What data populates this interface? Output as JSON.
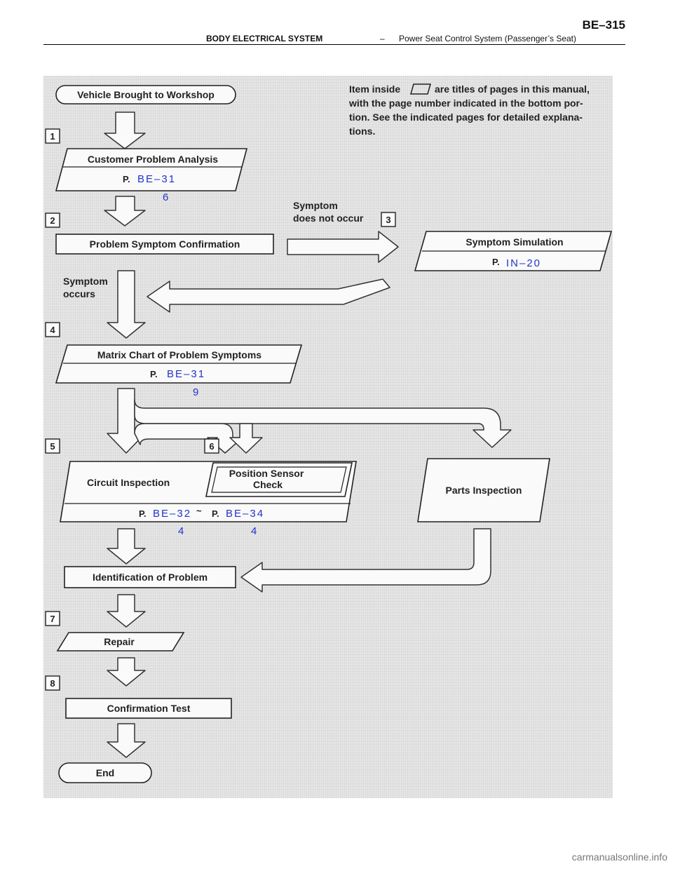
{
  "header": {
    "section": "BODY ELECTRICAL SYSTEM",
    "separator": "–",
    "subsection": "Power Seat Control System (Passenger’s Seat)",
    "page_number": "BE–315"
  },
  "note": {
    "line1": "Item inside",
    "line1b": "are titles of pages in this manual,",
    "line2": "with the page number indicated in the bottom por-",
    "line3": "tion. See the indicated pages for detailed explana-",
    "line4": "tions."
  },
  "steps": {
    "start": "Vehicle Brought to Workshop",
    "n1": "1",
    "customer_analysis": "Customer Problem Analysis",
    "customer_ref_prefix": "P.",
    "customer_ref": "BE–31",
    "customer_ref2": "6",
    "n2": "2",
    "confirmation": "Problem Symptom Confirmation",
    "not_occur_1": "Symptom",
    "not_occur_2": "does not occur",
    "n3": "3",
    "simulation": "Symptom Simulation",
    "simulation_ref_prefix": "P.",
    "simulation_ref": "IN–20",
    "occurs_1": "Symptom",
    "occurs_2": "occurs",
    "n4": "4",
    "matrix": "Matrix Chart of Problem Symptoms",
    "matrix_ref_prefix": "P.",
    "matrix_ref": "BE–31",
    "matrix_ref2": "9",
    "n5": "5",
    "n6": "6",
    "circuit": "Circuit Inspection",
    "position_1": "Position Sensor",
    "position_2": "Check",
    "parts": "Parts Inspection",
    "circuit_ref_prefix1": "P.",
    "circuit_ref1": "BE–32",
    "circuit_ref_sep": "~",
    "circuit_ref_prefix2": "P.",
    "circuit_ref2": "BE–34",
    "circuit_ref1b": "4",
    "circuit_ref2b": "4",
    "identification": "Identification of Problem",
    "n7": "7",
    "repair": "Repair",
    "n8": "8",
    "confirmation_test": "Confirmation Test",
    "end": "End"
  },
  "footer": {
    "watermark": "carmanualsonline.info"
  },
  "icons": {
    "note_symbol": "parallelogram-box-icon"
  }
}
